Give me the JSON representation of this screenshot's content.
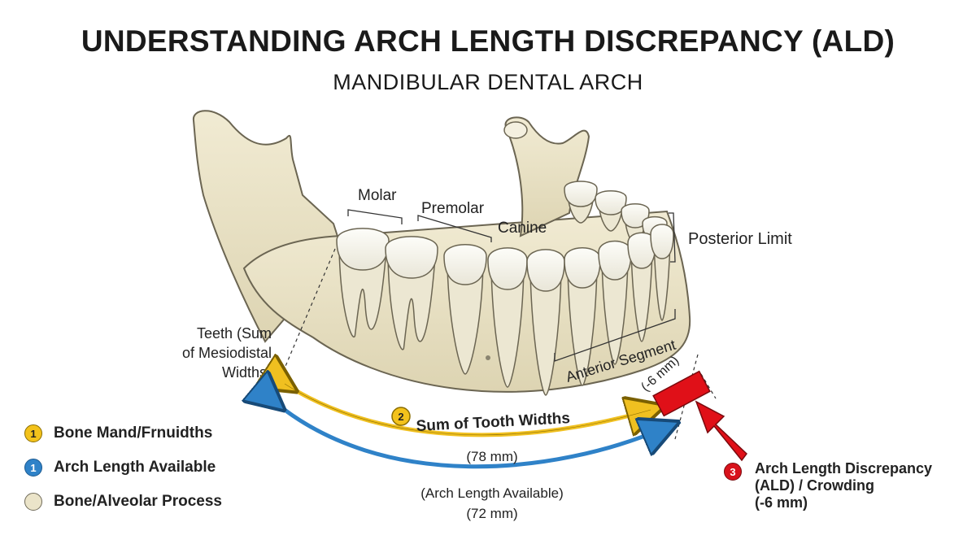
{
  "header": {
    "title": "UNDERSTANDING ARCH LENGTH DISCREPANCY (ALD)",
    "subtitle": "MANDIBULAR DENTAL ARCH"
  },
  "labels": {
    "molar": "Molar",
    "premolar": "Premolar",
    "canine": "Canine",
    "posterior_limit": "Posterior Limit",
    "anterior_segment": "Anterior Segment",
    "teeth_sum": [
      "Teeth (Sum",
      "of Mesiodistal",
      "Widths)"
    ],
    "crowding_mm": "(-6 mm)"
  },
  "arrows": {
    "sum_badge": "2",
    "sum_label": "Sum of Tooth Widths",
    "sum_value": "(78 mm)",
    "available_label": "(Arch Length Available)",
    "available_value": "(72 mm)"
  },
  "legend": [
    {
      "badge": "1",
      "label": "Bone Mand/Frnuidths",
      "style": "yellow"
    },
    {
      "badge": "1",
      "label": "Arch Length Available",
      "style": "blue"
    },
    {
      "badge": "",
      "label": "Bone/Alveolar Process",
      "style": "bone"
    }
  ],
  "ald": {
    "badge": "3",
    "lines": [
      "Arch Length Discrepancy",
      "(ALD) / Crowding",
      "(-6 mm)"
    ]
  },
  "colors": {
    "bone": "#ebe4c9",
    "tooth": "#f7f6f0",
    "yellow_arrow": "#f0c020",
    "blue_arrow": "#2f82c8",
    "red": "#e01018"
  }
}
